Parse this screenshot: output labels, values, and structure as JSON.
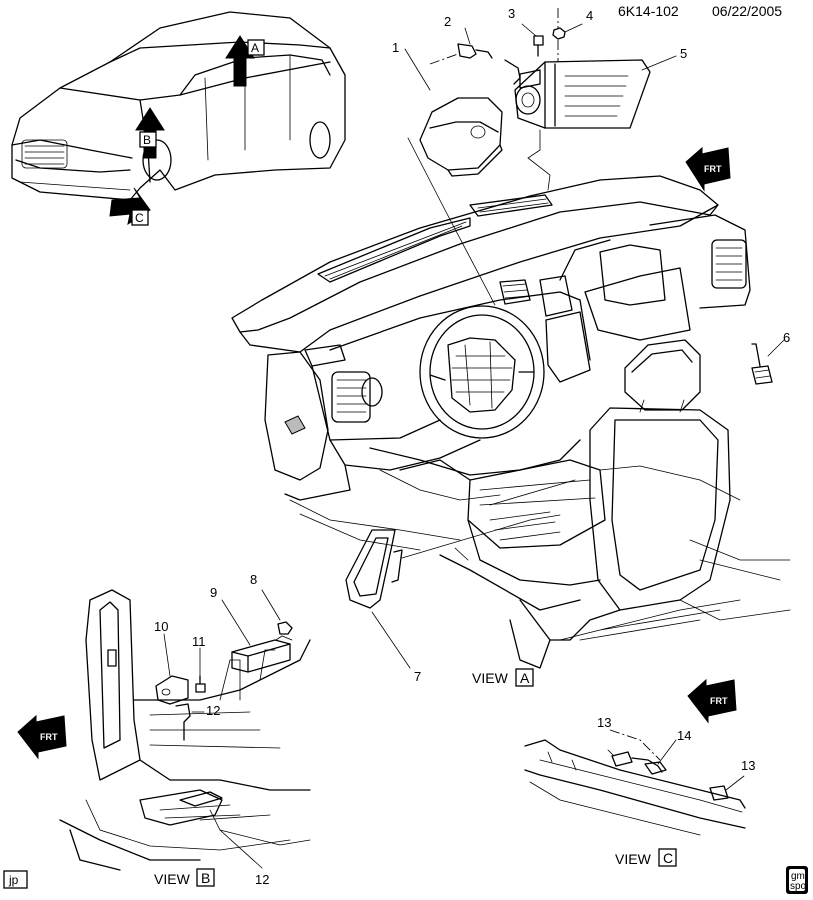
{
  "header": {
    "code": "6K14-102",
    "date": "06/22/2005"
  },
  "callouts": [
    "1",
    "2",
    "3",
    "4",
    "5",
    "6",
    "7",
    "8",
    "9",
    "10",
    "11",
    "12",
    "12",
    "13",
    "13",
    "14"
  ],
  "arrow_letters": [
    "A",
    "B",
    "C"
  ],
  "views": [
    {
      "word": "VIEW",
      "letter": "A"
    },
    {
      "word": "VIEW",
      "letter": "B"
    },
    {
      "word": "VIEW",
      "letter": "C"
    }
  ],
  "frt_label": "FRT",
  "corner_initials": "jp",
  "logo": {
    "line1": "gm",
    "line2": "spo"
  }
}
